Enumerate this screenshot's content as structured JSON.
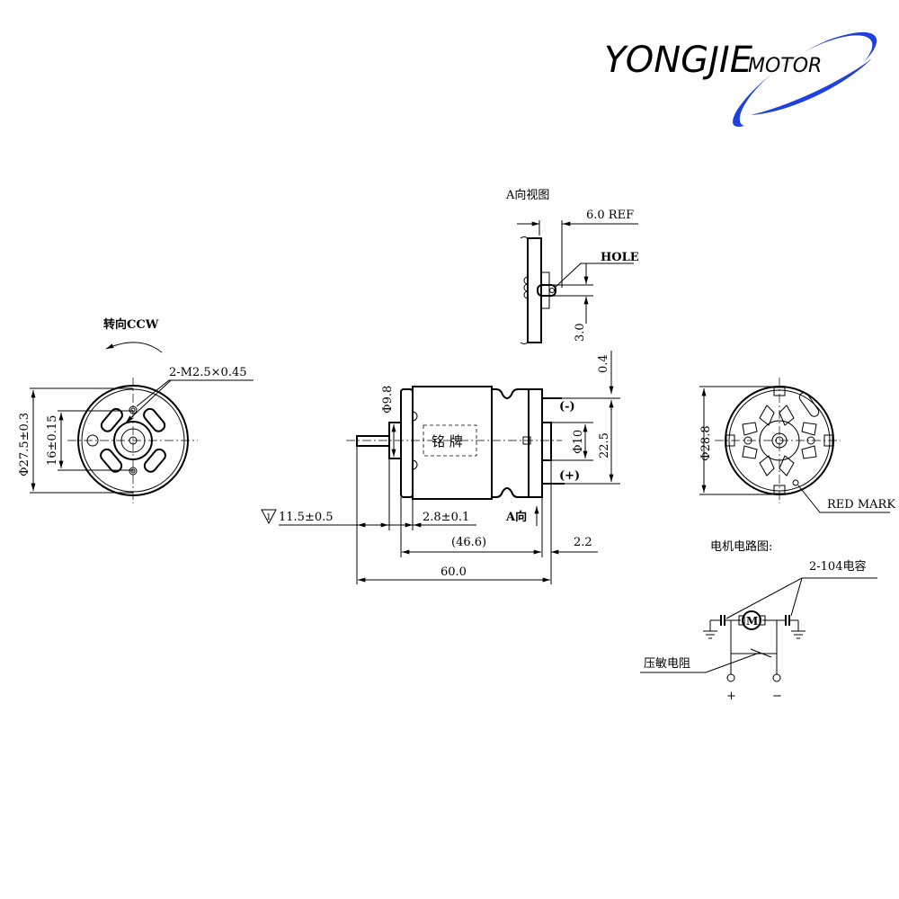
{
  "logo": {
    "brand": "YONGJIE",
    "suffix": "MOTOR",
    "color": "#1f3fe0"
  },
  "rear_view": {
    "rotation_label": "转向CCW",
    "thread_callout": "2-M2.5×0.45",
    "outer_diameter": "Φ27.5±0.3",
    "hole_spacing": "16±0.15"
  },
  "a_view": {
    "title": "A向视图",
    "ref_dim": "6.0 REF",
    "hole_label": "HOLE",
    "dim_3": "3.0",
    "dim_04": "0.4"
  },
  "side_view": {
    "bearing_dia": "Φ9.8",
    "nameplate": "铭 牌",
    "neg_terminal": "(-)",
    "pos_terminal": "(+)",
    "boss_dia": "Φ10",
    "terminal_spacing": "22.5",
    "shaft_length": "11.5±0.5",
    "datum_symbol": "1",
    "boss_height": "2.8±0.1",
    "view_arrow": "A向",
    "body_length": "(46.6)",
    "rear_boss": "2.2",
    "total_length": "60.0"
  },
  "front_view": {
    "diameter": "Φ28.8",
    "red_mark": "RED MARK"
  },
  "circuit": {
    "title": "电机电路图:",
    "capacitor_label": "2-104电容",
    "motor_symbol": "M",
    "varistor_label": "压敏电阻",
    "plus": "+",
    "minus": "−"
  }
}
